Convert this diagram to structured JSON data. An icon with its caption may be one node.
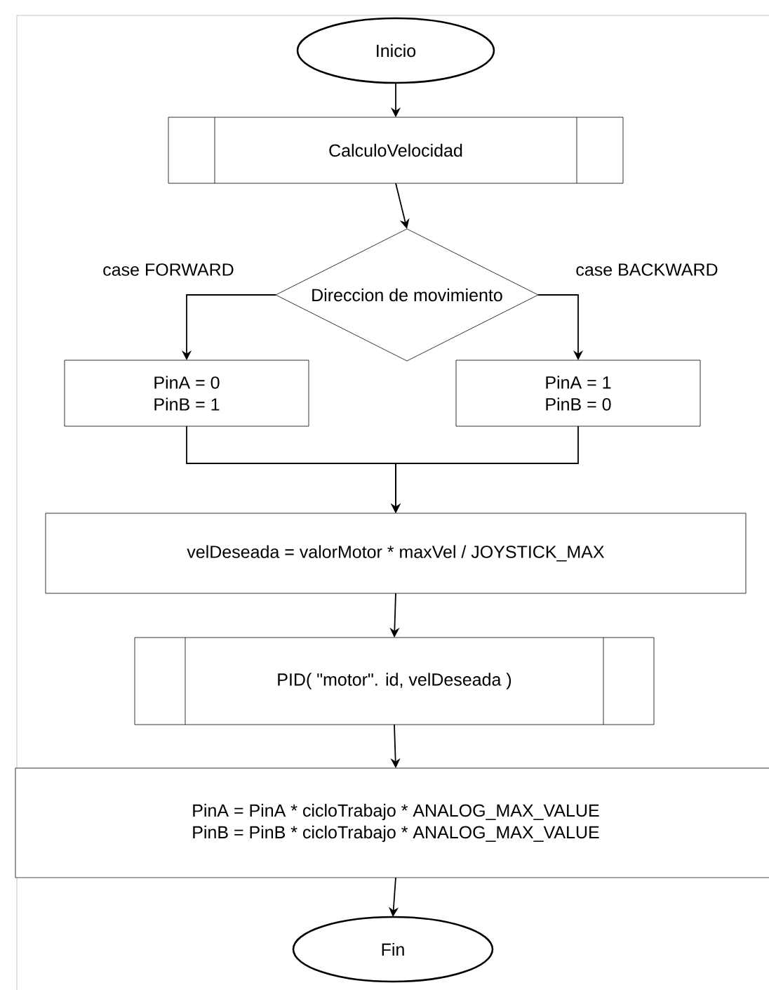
{
  "diagram": {
    "nodes": [
      {
        "text": [
          "Inicio"
        ]
      },
      {
        "text": [
          "CalculoVelocidad"
        ]
      },
      {
        "text": [
          "Direccion de movimiento"
        ]
      },
      {
        "text": [
          "PinA = 0",
          "PinB = 1"
        ]
      },
      {
        "text": [
          "PinA = 1",
          "PinB = 0"
        ]
      },
      {
        "text": [
          "velDeseada = valorMotor * maxVel / JOYSTICK_MAX"
        ]
      },
      {
        "text": [
          "PID( \"motor\". id, velDeseada )"
        ]
      },
      {
        "text": [
          "PinA = PinA * cicloTrabajo * ANALOG_MAX_VALUE",
          "PinB = PinB * cicloTrabajo * ANALOG_MAX_VALUE"
        ]
      },
      {
        "text": [
          "Fin"
        ]
      }
    ],
    "edges": [
      {
        "from": 0,
        "to": 1,
        "arrow": "to"
      },
      {
        "from": 1,
        "to": 2,
        "arrow": "to"
      },
      {
        "from": 2,
        "to": 3,
        "arrow": "to",
        "label": "case FORWARD"
      },
      {
        "from": 2,
        "to": 4,
        "arrow": "to",
        "label": "case BACKWARD"
      },
      {
        "from": 3,
        "to": 5,
        "arrow": "to"
      },
      {
        "from": 4,
        "to": 5,
        "arrow": "to"
      },
      {
        "from": 5,
        "to": 6,
        "arrow": "to"
      },
      {
        "from": 6,
        "to": 7,
        "arrow": "to"
      },
      {
        "from": 7,
        "to": 8,
        "arrow": "to"
      }
    ]
  }
}
